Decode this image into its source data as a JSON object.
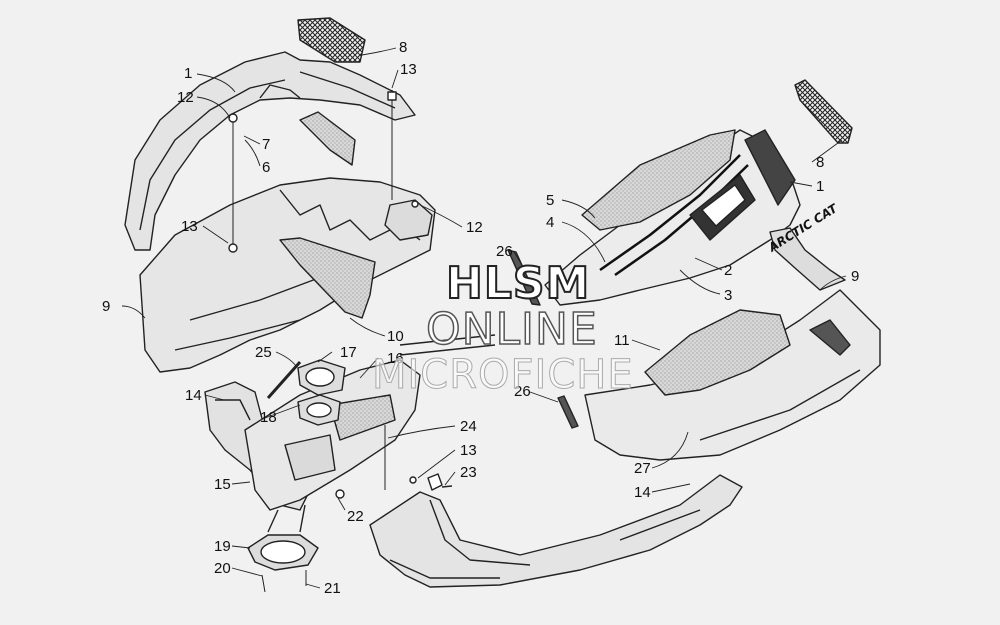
{
  "watermark": {
    "line1": "HLSM",
    "line2": "ONLINE",
    "line3": "MICROFICHE"
  },
  "callouts": {
    "c1a": "1",
    "c12a": "12",
    "c8a": "8",
    "c13a": "13",
    "c7": "7",
    "c6": "6",
    "c13b": "13",
    "c12b": "12",
    "c9a": "9",
    "c10": "10",
    "c25": "25",
    "c17": "17",
    "c16": "16",
    "c14a": "14",
    "c18": "18",
    "c15": "15",
    "c19": "19",
    "c20": "20",
    "c21": "21",
    "c22": "22",
    "c24": "24",
    "c13c": "13",
    "c23": "23",
    "c26a": "26",
    "c5": "5",
    "c4": "4",
    "c2": "2",
    "c3": "3",
    "c8b": "8",
    "c1b": "1",
    "c9b": "9",
    "c11": "11",
    "c26b": "26",
    "c27": "27",
    "c14b": "14"
  },
  "decal_text": "ARCTIC CAT"
}
